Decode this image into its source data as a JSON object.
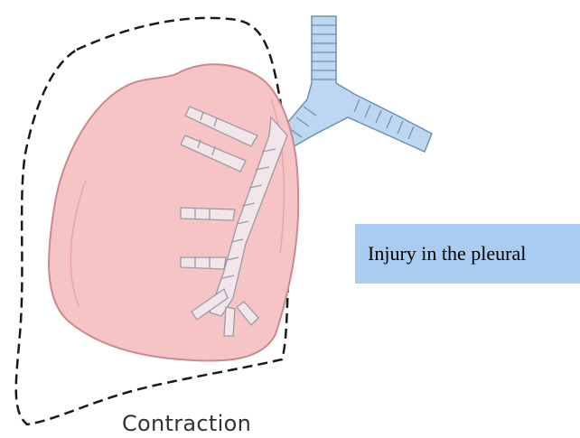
{
  "caption": "Contraction",
  "callout": {
    "text": "Injury in the pleural",
    "background": "#a9cdf1"
  },
  "colors": {
    "lung_fill": "#f6c4c5",
    "lung_stroke": "#c98a8e",
    "airway_fill": "#bdd7f0",
    "airway_stroke": "#6f8fb0",
    "outline_stroke": "#1a1a1a"
  },
  "icons": [
    "collapsed-lung",
    "trachea",
    "bronchial-tree",
    "original-lung-outline"
  ]
}
